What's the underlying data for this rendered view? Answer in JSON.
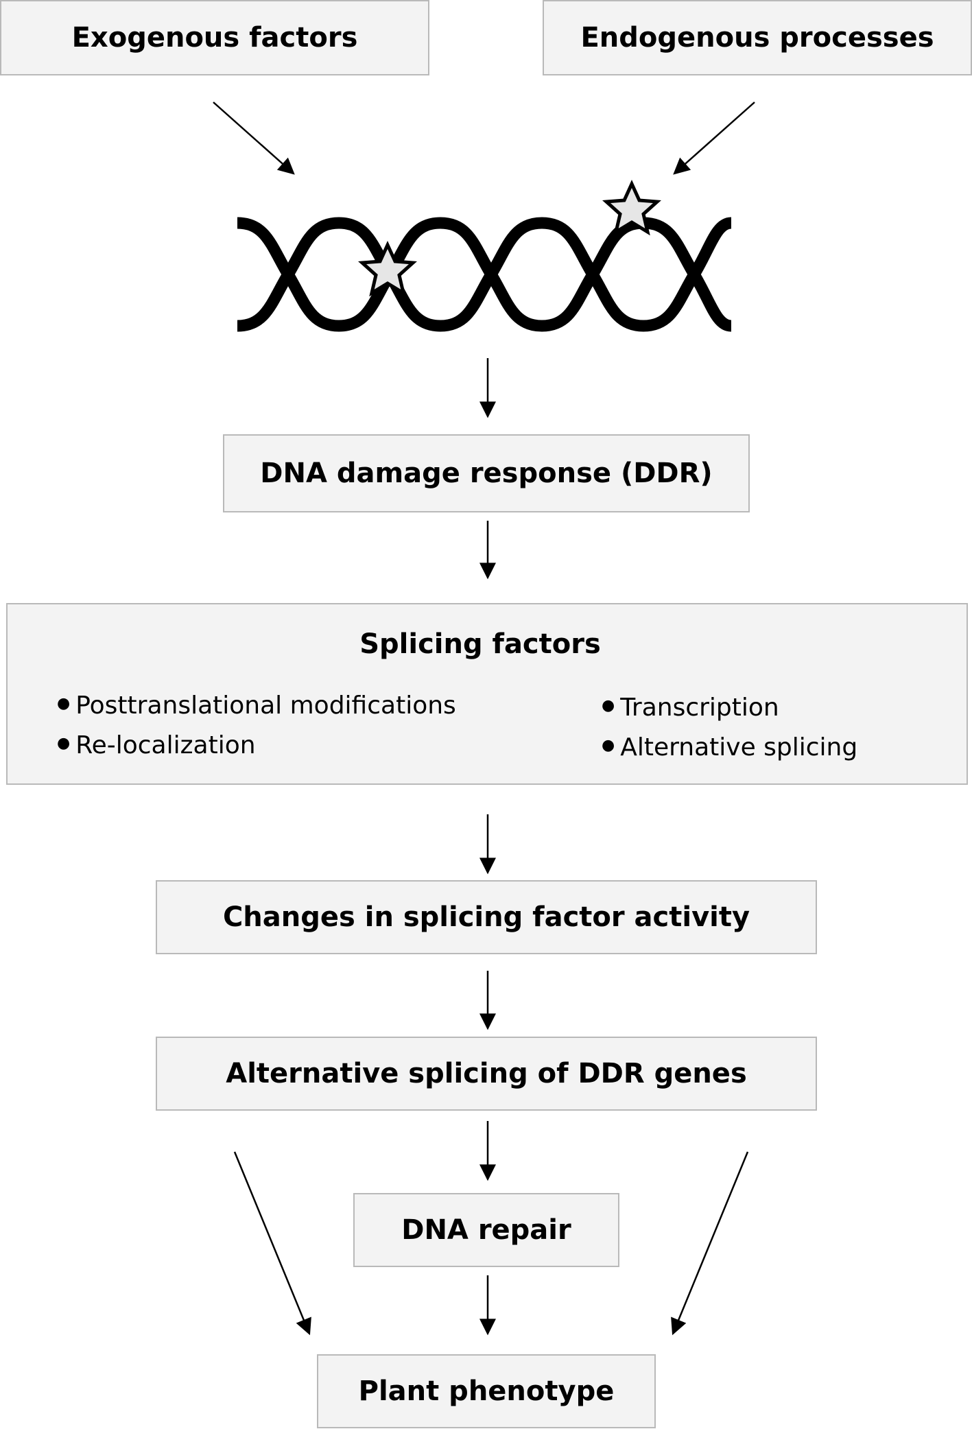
{
  "nodes": {
    "exogenous": "Exogenous factors",
    "endogenous": "Endogenous processes",
    "ddr": "DNA damage response (DDR)",
    "splicing": {
      "title": "Splicing factors",
      "left_items": [
        "Posttranslational modifications",
        "Re-localization"
      ],
      "right_items": [
        "Transcription",
        "Alternative splicing"
      ]
    },
    "changes": "Changes in splicing factor activity",
    "alt_splicing": "Alternative splicing of DDR genes",
    "repair": "DNA repair",
    "phenotype": "Plant phenotype"
  },
  "icons": {
    "dna": "dna-double-helix-icon",
    "damage": "star-icon"
  },
  "colors": {
    "box_fill": "#f3f3f3",
    "box_border": "#b9b9b9",
    "star_fill": "#e6e6e6",
    "line": "#000000"
  }
}
